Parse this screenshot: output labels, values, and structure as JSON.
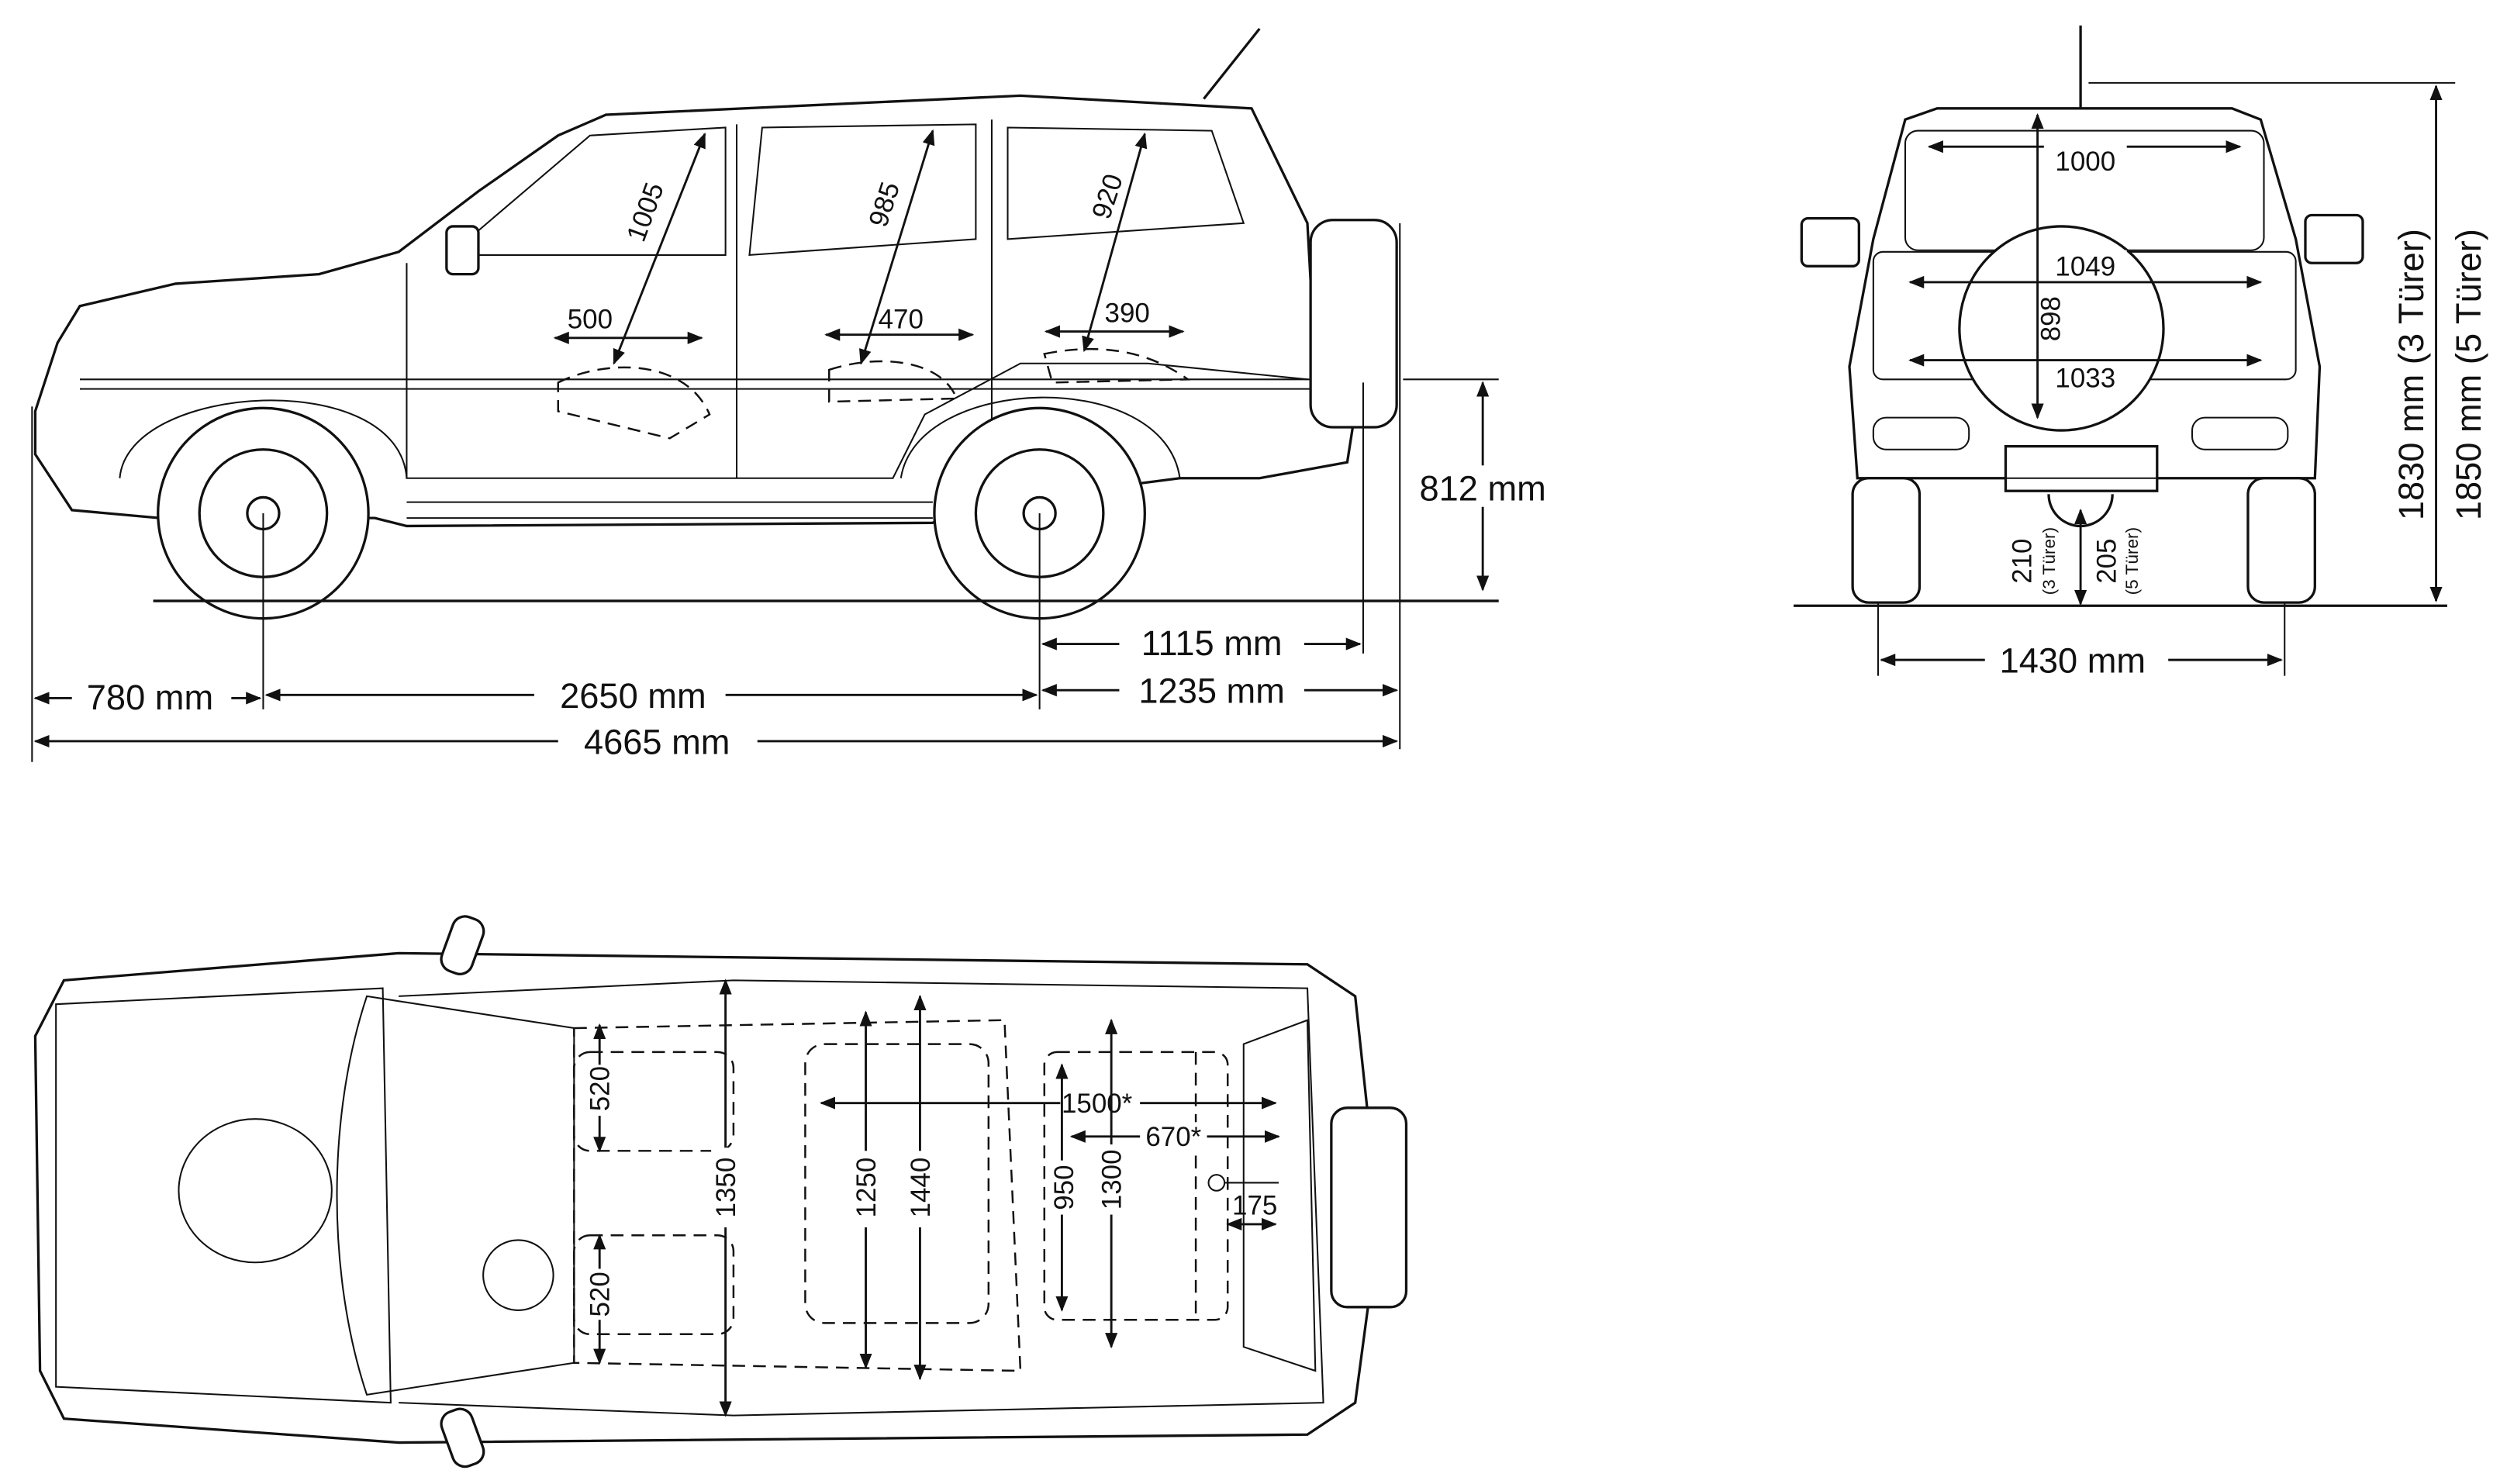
{
  "side_view": {
    "headroom_front": "1005",
    "headroom_middle": "985",
    "headroom_rear": "920",
    "seat_depth_front": "500",
    "seat_depth_middle": "470",
    "seat_depth_rear": "390",
    "rear_height": "812 mm",
    "rear_axle_to_bumper": "1115 mm",
    "front_overhang": "780 mm",
    "wheelbase": "2650 mm",
    "rear_overhang": "1235 mm",
    "overall_length": "4665 mm"
  },
  "rear_view": {
    "width_top": "1000",
    "width_mid": "1049",
    "opening_height": "898",
    "width_bottom": "1033",
    "ground_clearance_3door": "210",
    "ground_clearance_3door_note": "(3 Türer)",
    "ground_clearance_5door": "205",
    "ground_clearance_5door_note": "(5 Türer)",
    "track": "1430 mm",
    "height_3door": "1830 mm (3 Türer)",
    "height_5door": "1850 mm (5 Türer)"
  },
  "top_view": {
    "seat_width_left_top": "520",
    "seat_width_left_bottom": "520",
    "interior_width_front": "1350",
    "interior_width_middle": "1250",
    "interior_width_middle_max": "1440",
    "cargo_length_folded": "1500*",
    "cargo_length": "670*",
    "cargo_width": "950",
    "cargo_width_max": "1300",
    "tailgate_offset": "175"
  }
}
